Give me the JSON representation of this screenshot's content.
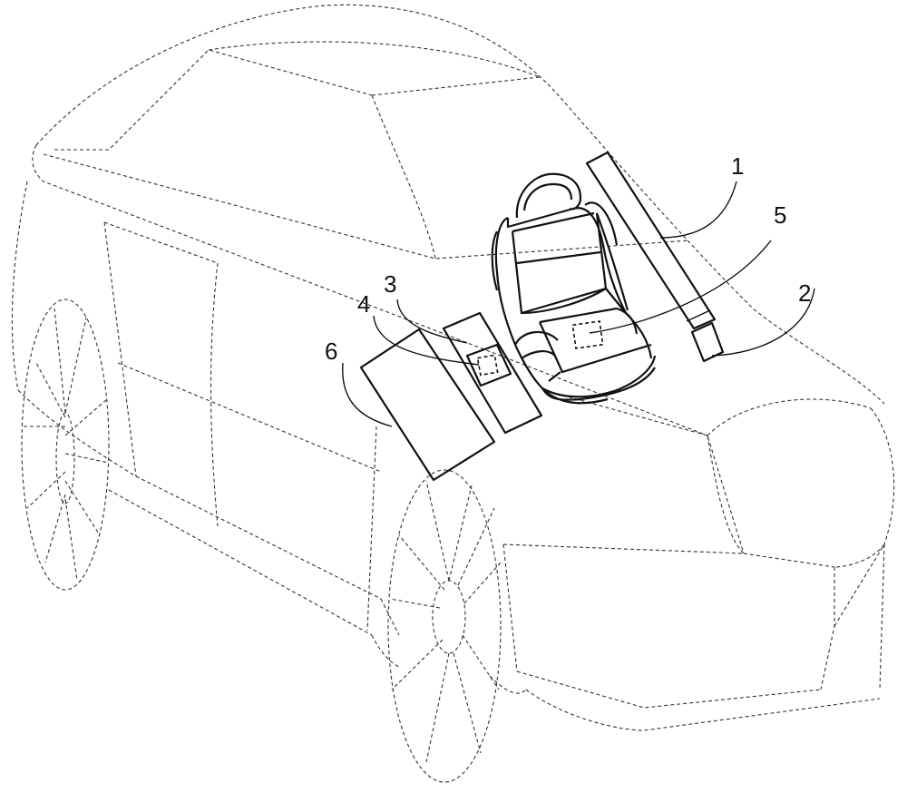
{
  "figure": {
    "reference_numerals": [
      "1",
      "2",
      "3",
      "4",
      "5",
      "6"
    ]
  }
}
